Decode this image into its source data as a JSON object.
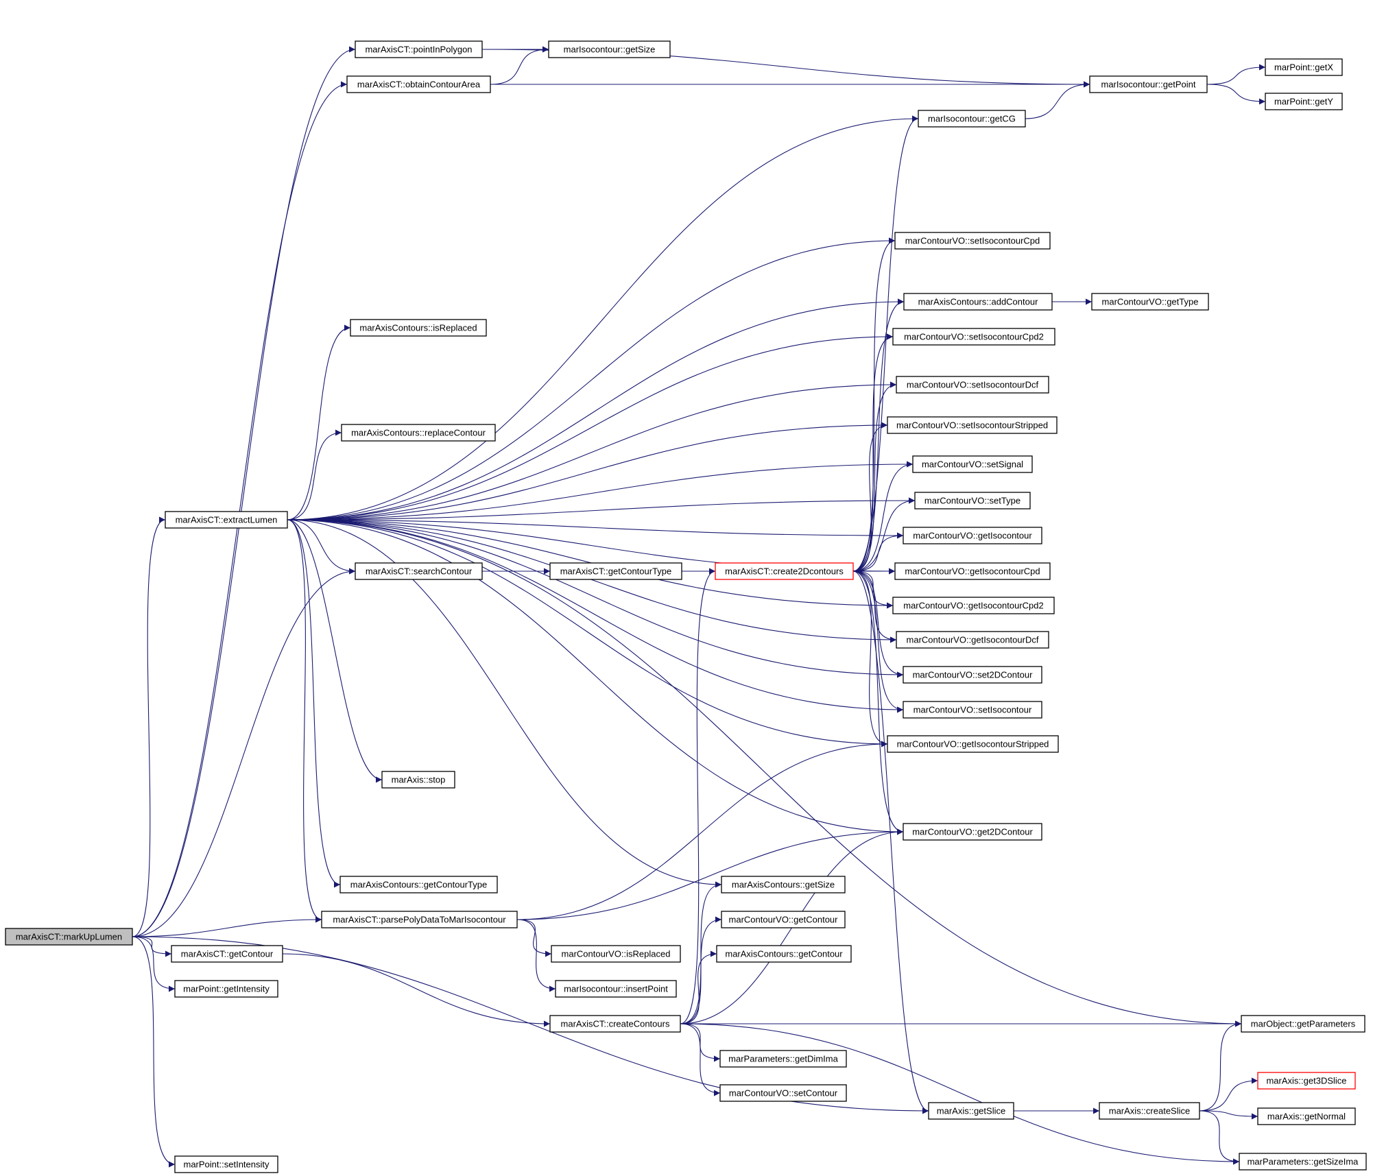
{
  "colors": {
    "edge": "#191970",
    "node_border": "#000000",
    "node_border_highlight": "#ff0000",
    "root_fill": "#bfbfbf",
    "background": "#ffffff"
  },
  "nodes": {
    "markUpLumen": "marAxisCT::markUpLumen",
    "pointInPolygon": "marAxisCT::pointInPolygon",
    "obtainContourArea": "marAxisCT::obtainContourArea",
    "iso_getSize": "marIsocontour::getSize",
    "iso_getPoint": "marIsocontour::getPoint",
    "iso_getCG": "marIsocontour::getCG",
    "pt_getX": "marPoint::getX",
    "pt_getY": "marPoint::getY",
    "setIsocontourCpd": "marContourVO::setIsocontourCpd",
    "addContour": "marAxisContours::addContour",
    "vo_getType": "marContourVO::getType",
    "isReplaced_ac": "marAxisContours::isReplaced",
    "setIsocontourCpd2": "marContourVO::setIsocontourCpd2",
    "setIsocontourDcf": "marContourVO::setIsocontourDcf",
    "setIsocontourStripped": "marContourVO::setIsocontourStripped",
    "replaceContour": "marAxisContours::replaceContour",
    "setSignal": "marContourVO::setSignal",
    "setType": "marContourVO::setType",
    "extractLumen": "marAxisCT::extractLumen",
    "getIsocontour": "marContourVO::getIsocontour",
    "searchContour": "marAxisCT::searchContour",
    "getContourType_ct": "marAxisCT::getContourType",
    "create2Dcontours": "marAxisCT::create2Dcontours",
    "getIsocontourCpd": "marContourVO::getIsocontourCpd",
    "getIsocontourCpd2": "marContourVO::getIsocontourCpd2",
    "getIsocontourDcf": "marContourVO::getIsocontourDcf",
    "set2DContour": "marContourVO::set2DContour",
    "setIsocontour": "marContourVO::setIsocontour",
    "getIsocontourStripped": "marContourVO::getIsocontourStripped",
    "axis_stop": "marAxis::stop",
    "get2DContour": "marContourVO::get2DContour",
    "ac_getContourType": "marAxisContours::getContourType",
    "ac_getSize": "marAxisContours::getSize",
    "parsePolyData": "marAxisCT::parsePolyDataToMarIsocontour",
    "vo_getContour": "marContourVO::getContour",
    "ct_getContour": "marAxisCT::getContour",
    "vo_isReplaced": "marContourVO::isReplaced",
    "ac_getContour": "marAxisContours::getContour",
    "pt_getIntensity": "marPoint::getIntensity",
    "iso_insertPoint": "marIsocontour::insertPoint",
    "createContours": "marAxisCT::createContours",
    "obj_getParameters": "marObject::getParameters",
    "getDimIma": "marParameters::getDimIma",
    "get3DSlice": "marAxis::get3DSlice",
    "vo_setContour": "marContourVO::setContour",
    "axis_getSlice": "marAxis::getSlice",
    "axis_createSlice": "marAxis::createSlice",
    "axis_getNormal": "marAxis::getNormal",
    "getSizeIma": "marParameters::getSizeIma",
    "pt_setIntensity": "marPoint::setIntensity"
  }
}
